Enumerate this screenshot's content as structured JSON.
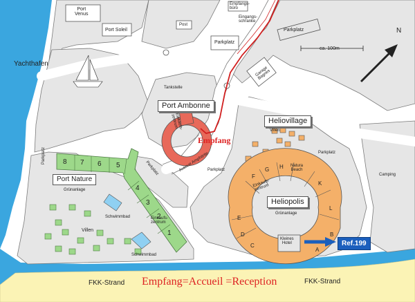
{
  "labels": {
    "yachthafen": "Yachthafen",
    "port_venus": "Port\nVenus",
    "port_soleil": "Port Soleil",
    "post": "Post",
    "empfangsbuero": "Empfangs-\nbüro",
    "eingangsschranke": "Eingangs-\nschranke",
    "parkplatz_top_right": "Parkplatz",
    "parkplatz_top_center": "Parkplatz",
    "scale": "ca. 100m",
    "north": "N",
    "garage": "Garage\nBagnes",
    "tankstelle": "Tankstelle",
    "port_ambonne": "Port Ambonne",
    "einkaufszentrum_ambonne": "Einkaufs-\nzentrum",
    "empfang": "Empfang",
    "heliovillage": "Heliovillage",
    "villen_helio": "Villen",
    "parkplatz_helio_right": "Parkplatz",
    "parkplatz_helio_left": "Parkplatz",
    "avenue_amphitrite": "Avenue Amphitrite",
    "parkplatz_left_strip": "Parkplatz",
    "port_nature": "Port Nature",
    "gruenanlage_nature": "Grünanlage",
    "parkplatz_nature": "Parkplatz",
    "schwimmbad_nature": "Schwimmbad",
    "villen_nature": "Villen",
    "einkaufszentrum_nature": "Einkaufs-\nzentrum",
    "schwimmbad_bottom": "Schwimmbad",
    "natura_beach": "Natura\nBeach",
    "einkaufszentrum_helio": "Einkaufs-\nzentrum",
    "heliopolis": "Heliopolis",
    "gruenanlage_helio": "Grünanlage",
    "kleines_hotel": "Kleines\nHotel",
    "camping": "Camping",
    "fkk_left": "FKK-Strand",
    "fkk_right": "FKK-Strand",
    "reception_note": "Empfang=Accueil =Reception",
    "ref_badge": "Ref.199"
  },
  "nature_units": [
    "8",
    "7",
    "6",
    "5",
    "4",
    "3",
    "2",
    "1"
  ],
  "heliopolis_sections": [
    "F",
    "G",
    "H",
    "K",
    "L",
    "E",
    "D",
    "C",
    "A",
    "B"
  ],
  "colors": {
    "water": "#3aa6df",
    "beach": "#fbf3b5",
    "road": "#ffffff",
    "block": "#e6e6e6",
    "green_building": "#9dd88a",
    "orange_building": "#f4b069",
    "red_building": "#e8695a",
    "red_route": "#d11f1f",
    "ref_badge": "#1b5fbd"
  },
  "icons": [
    "sailboat-icon",
    "north-arrow-icon",
    "scale-bar-icon",
    "pointer-arrow-icon"
  ]
}
